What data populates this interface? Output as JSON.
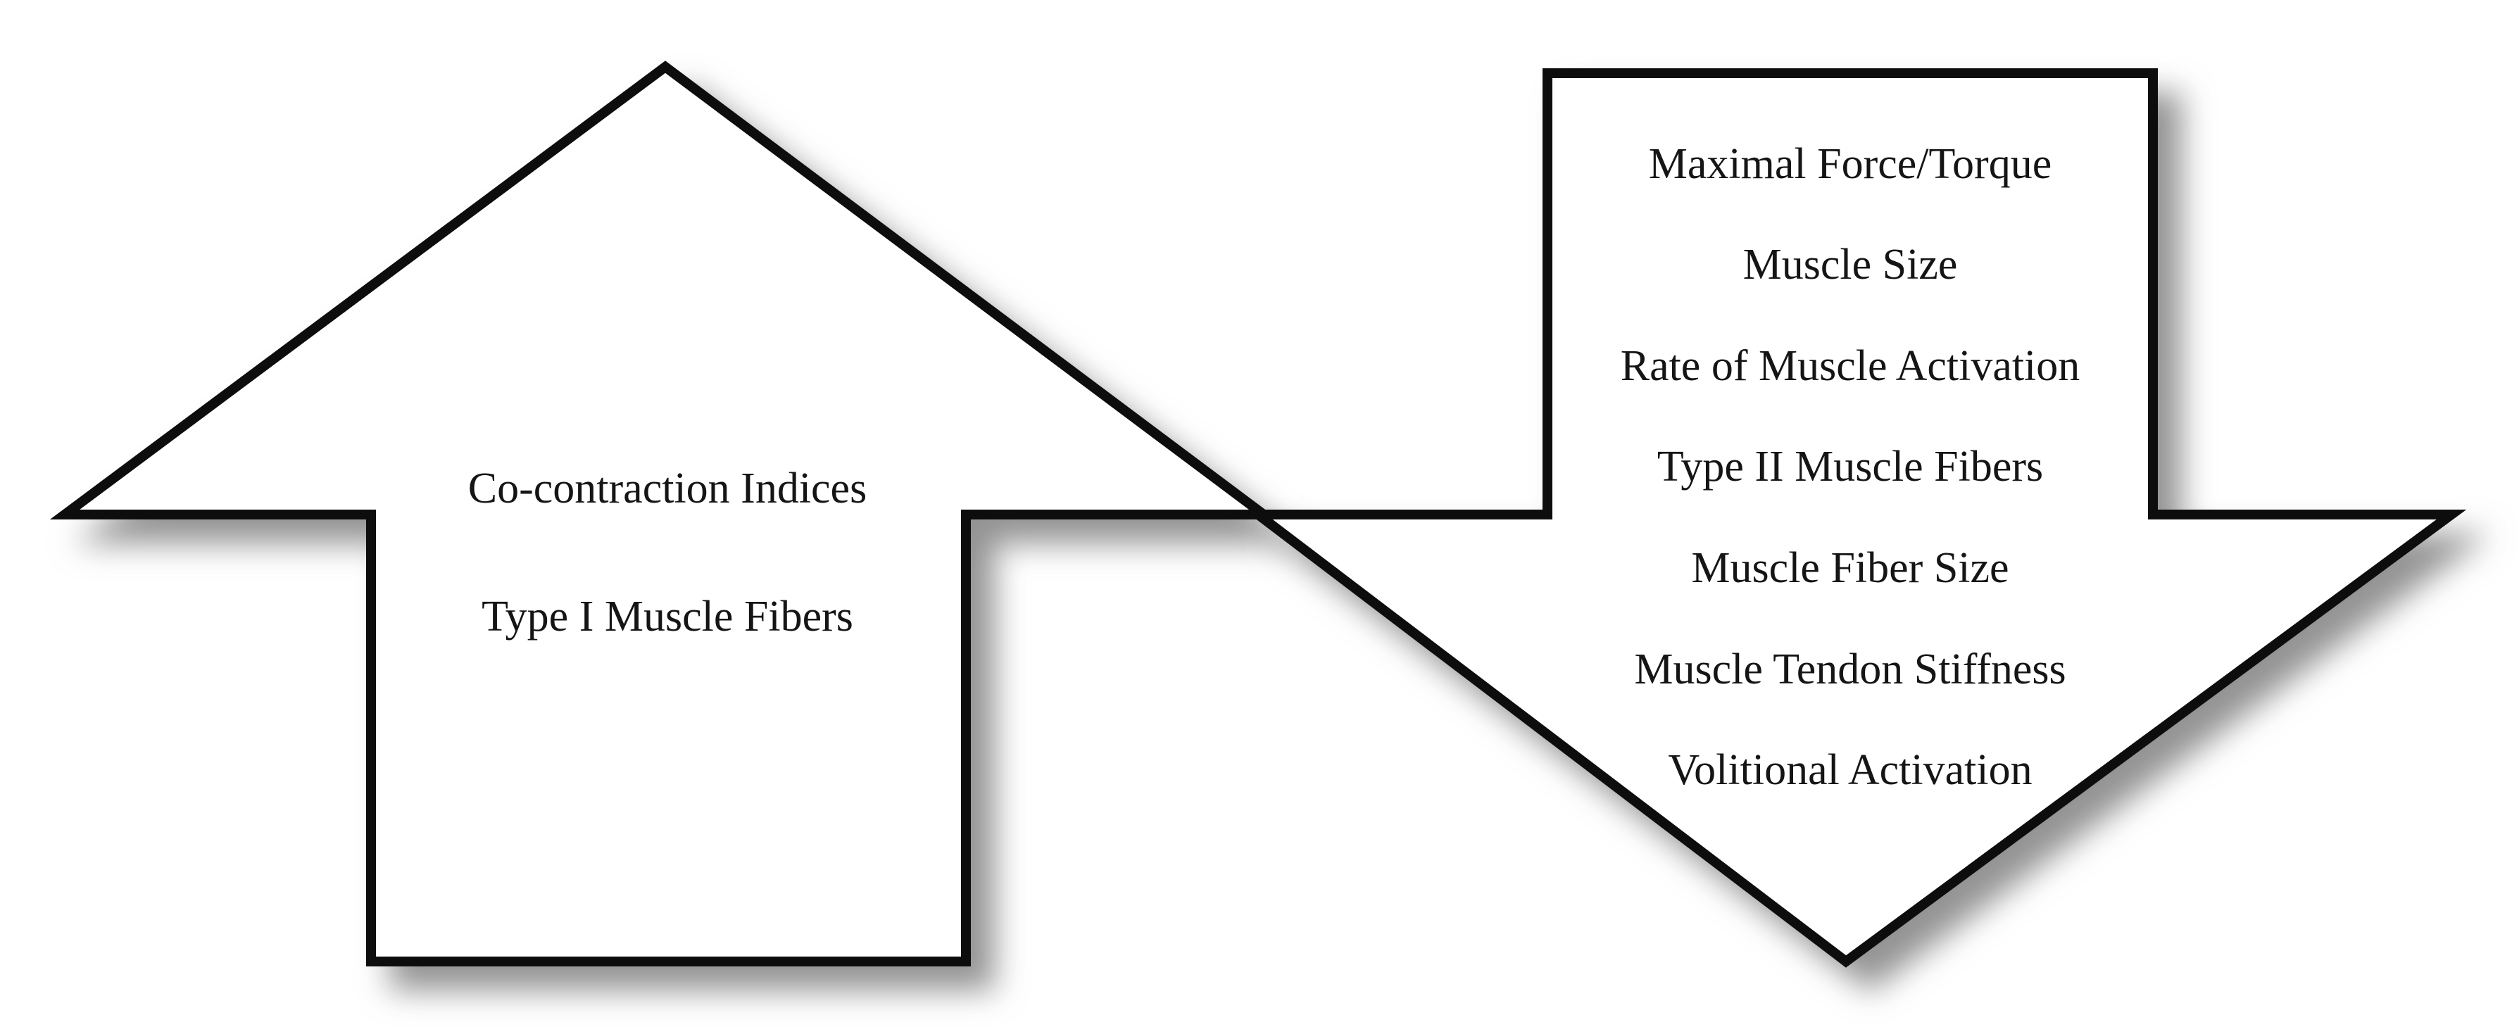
{
  "diagram": {
    "type": "two-arrow comparison diagram",
    "background_color": "#ffffff",
    "stroke_color": "#0a0a0a",
    "text_color": "#151515",
    "shadow_color": "#9a9a9a"
  },
  "up_arrow": {
    "name": "up-arrow",
    "direction": "up",
    "meaning": "increase",
    "labels": [
      {
        "text": "Co-contraction Indices"
      },
      {
        "text": "Type I Muscle Fibers"
      }
    ]
  },
  "down_arrow": {
    "name": "down-arrow",
    "direction": "down",
    "meaning": "decrease",
    "labels": [
      {
        "text": "Maximal Force/Torque"
      },
      {
        "text": "Muscle Size"
      },
      {
        "text": "Rate of Muscle Activation"
      },
      {
        "text": "Type II Muscle Fibers"
      },
      {
        "text": "Muscle Fiber Size"
      },
      {
        "text": "Muscle Tendon Stiffness"
      },
      {
        "text": "Volitional Activation"
      }
    ]
  }
}
